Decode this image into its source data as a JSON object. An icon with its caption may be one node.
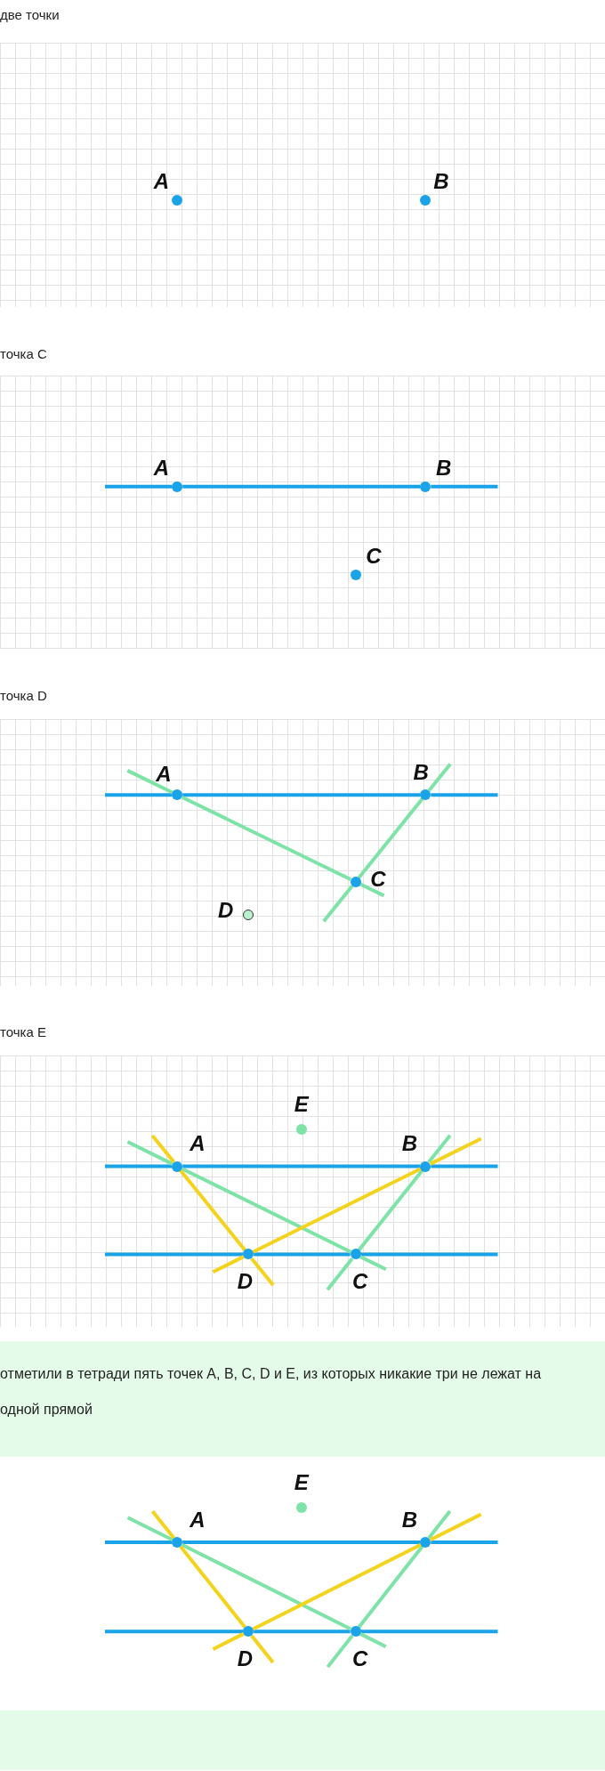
{
  "diagram": {
    "nodes": [
      {
        "text": [],
        "shape": "circle",
        "beside": [
          "A"
        ]
      },
      {
        "text": [],
        "shape": "circle",
        "beside": [
          "B"
        ]
      },
      {
        "text": [],
        "shape": "circle",
        "beside": [
          "A"
        ]
      },
      {
        "text": [],
        "shape": "circle",
        "beside": [
          "B"
        ]
      },
      {
        "text": [],
        "shape": "circle",
        "beside": [
          "C"
        ]
      },
      {
        "text": [],
        "shape": "circle",
        "beside": [
          "A"
        ]
      },
      {
        "text": [],
        "shape": "circle",
        "beside": [
          "B"
        ]
      },
      {
        "text": [],
        "shape": "circle",
        "beside": [
          "C"
        ]
      },
      {
        "text": [],
        "shape": "circle",
        "beside": [
          "D"
        ]
      },
      {
        "text": [],
        "shape": "circle",
        "beside": [
          "E"
        ]
      },
      {
        "text": [],
        "shape": "circle",
        "beside": [
          "A"
        ]
      },
      {
        "text": [],
        "shape": "circle",
        "beside": [
          "B"
        ]
      },
      {
        "text": [],
        "shape": "circle",
        "beside": [
          "D"
        ]
      },
      {
        "text": [],
        "shape": "circle",
        "beside": [
          "C"
        ]
      },
      {
        "text": [],
        "shape": "circle",
        "beside": [
          "E"
        ]
      },
      {
        "text": [],
        "shape": "circle",
        "beside": [
          "A"
        ]
      },
      {
        "text": [],
        "shape": "circle",
        "beside": [
          "B"
        ]
      },
      {
        "text": [],
        "shape": "circle",
        "beside": [
          "D"
        ]
      },
      {
        "text": [],
        "shape": "circle",
        "beside": [
          "C"
        ]
      }
    ],
    "edges": [
      {
        "from": 2,
        "to": 3,
        "arrow": "none"
      },
      {
        "from": 5,
        "to": 6,
        "arrow": "none"
      },
      {
        "from": 5,
        "to": 7,
        "arrow": "none",
        "color": "#7de3a7"
      },
      {
        "from": 6,
        "to": 7,
        "arrow": "none",
        "color": "#7de3a7"
      },
      {
        "from": 10,
        "to": 11,
        "arrow": "none"
      },
      {
        "from": 12,
        "to": 13,
        "arrow": "none"
      },
      {
        "from": 10,
        "to": 13,
        "arrow": "none",
        "color": "#7de3a7"
      },
      {
        "from": 11,
        "to": 13,
        "arrow": "none",
        "color": "#7de3a7"
      },
      {
        "from": 10,
        "to": 12,
        "arrow": "none",
        "color": "#f5d21c"
      },
      {
        "from": 11,
        "to": 12,
        "arrow": "none",
        "color": "#f5d21c"
      },
      {
        "from": 15,
        "to": 16,
        "arrow": "none"
      },
      {
        "from": 17,
        "to": 18,
        "arrow": "none"
      },
      {
        "from": 15,
        "to": 18,
        "arrow": "none",
        "color": "#7de3a7"
      },
      {
        "from": 16,
        "to": 18,
        "arrow": "none",
        "color": "#7de3a7"
      },
      {
        "from": 15,
        "to": 17,
        "arrow": "none",
        "color": "#f5d21c"
      },
      {
        "from": 16,
        "to": 17,
        "arrow": "none",
        "color": "#f5d21c"
      }
    ],
    "labels": [
      "две точки",
      "точка C",
      "точка D",
      "точка E",
      "отметили в тетради пять точек A, B, C, D и E, из которых никакие три не лежат на одной прямой"
    ]
  }
}
